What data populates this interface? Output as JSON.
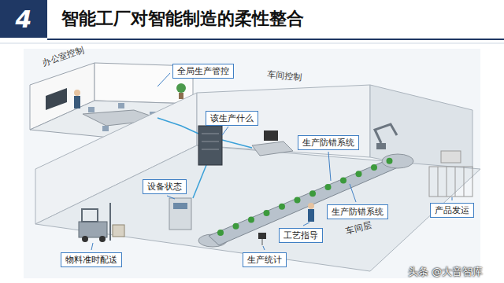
{
  "diagram": {
    "title": "智能工厂对智能制造的柔性整合",
    "nodes": [
      {
        "text": [
          "4"
        ]
      },
      {
        "text": [
          "全局生产管控"
        ]
      },
      {
        "text": [
          "该生产什么"
        ]
      },
      {
        "text": [
          "生产防错系统"
        ]
      },
      {
        "text": [
          "设备状态"
        ]
      },
      {
        "text": [
          "生产防错系统"
        ]
      },
      {
        "text": [
          "产品发运"
        ]
      },
      {
        "text": [
          "工艺指导"
        ]
      },
      {
        "text": [
          "物料准时配送"
        ]
      },
      {
        "text": [
          "生产统计"
        ]
      }
    ],
    "labels": [
      "办公室控制",
      "车间控制",
      "车间层",
      "头条 @大音智库"
    ]
  }
}
